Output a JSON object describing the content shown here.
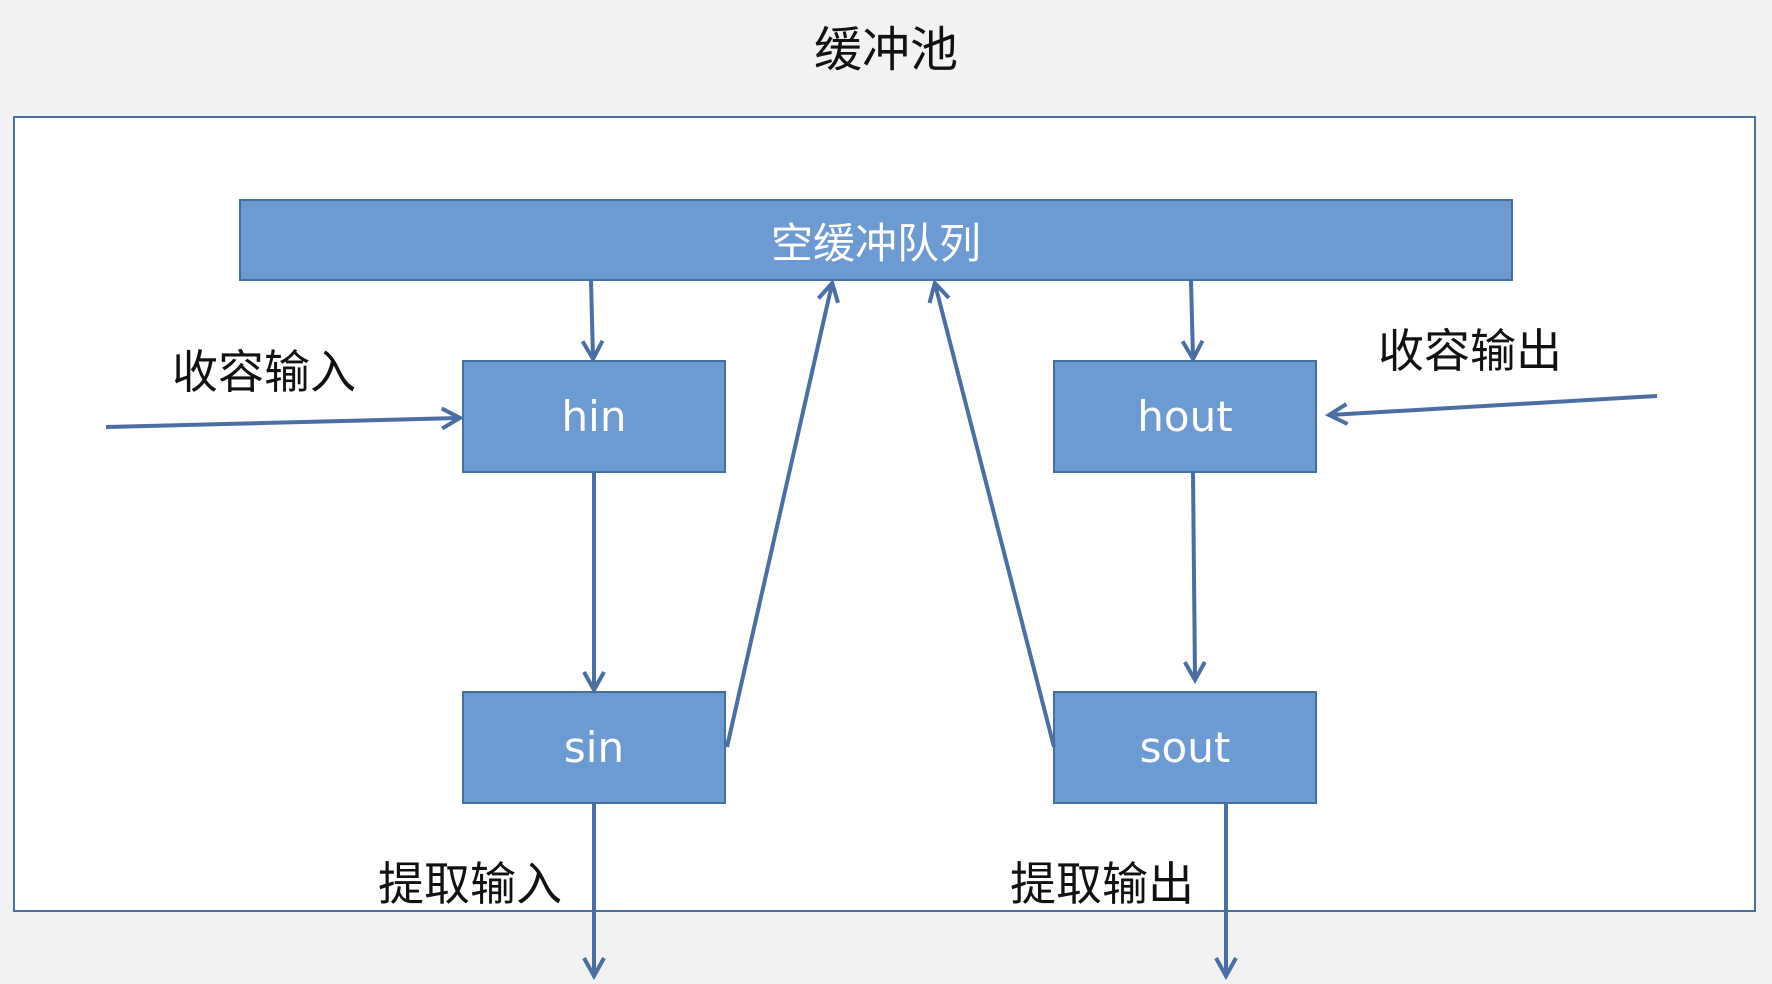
{
  "title": "缓冲池",
  "nodes": {
    "empty_queue": "空缓冲队列",
    "hin": "hin",
    "sin": "sin",
    "hout": "hout",
    "sout": "sout"
  },
  "labels": {
    "accept_input": "收容输入",
    "accept_output": "收容输出",
    "extract_input": "提取输入",
    "extract_output": "提取输出"
  },
  "colors": {
    "node_fill": "#6b9bd2",
    "node_border": "#41719c",
    "arrow": "#4a6fa5",
    "frame_border": "#4a6fa5",
    "background": "#f2f2f2"
  }
}
